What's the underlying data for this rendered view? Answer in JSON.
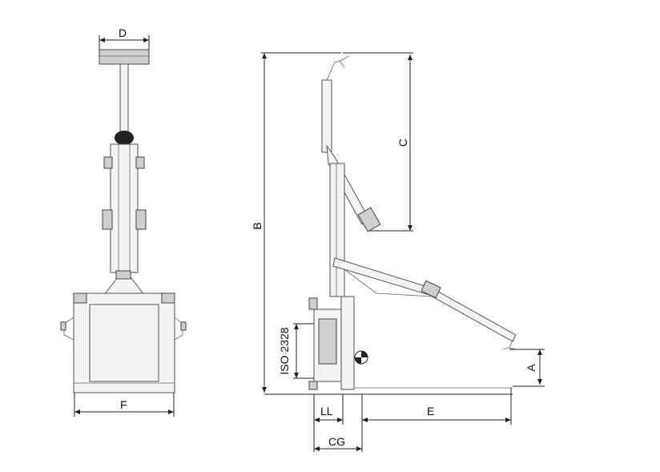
{
  "labels": {
    "d": "D",
    "f": "F",
    "b": "B",
    "c": "C",
    "a": "A",
    "e": "E",
    "ll": "LL",
    "cg": "CG",
    "iso": "ISO 2328"
  },
  "colors": {
    "line": "#222222",
    "part_fill": "#f4f4f4",
    "part_dark": "#cfcfcf"
  }
}
